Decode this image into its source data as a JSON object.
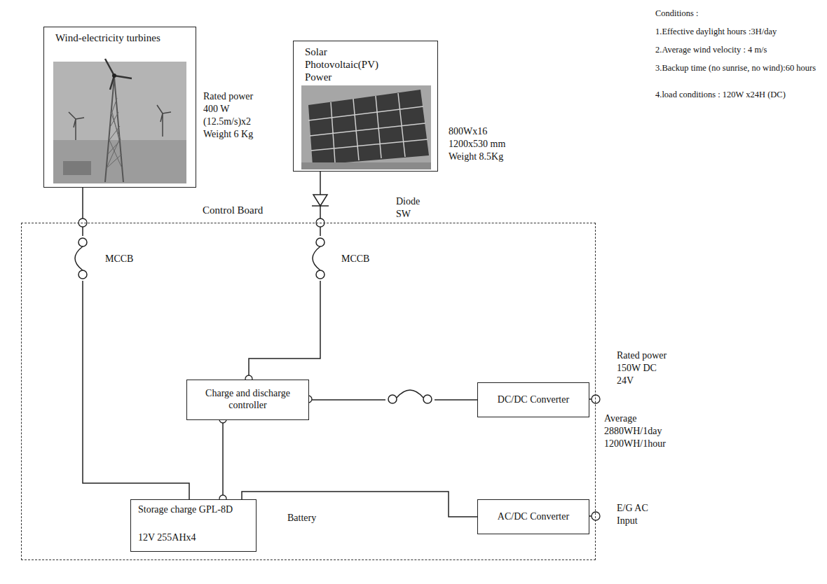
{
  "diagram": {
    "nodes": [
      {
        "text": [
          "Wind-electricity turbines"
        ]
      },
      {
        "text": [
          "Solar Photovoltaic(PV) Power"
        ]
      },
      {
        "text": [
          "Control Board"
        ]
      },
      {
        "text": [
          "Charge and discharge controller"
        ],
        "in": 2
      },
      {
        "text": [
          "DC/DC Converter"
        ],
        "in": 2
      },
      {
        "text": [
          "Storage charge GPL-8D",
          "12V 255AHx4"
        ],
        "in": 2
      },
      {
        "text": [
          "AC/DC Converter"
        ],
        "in": 2
      }
    ],
    "edges": [
      {
        "from": 0,
        "to": 5,
        "arrow": "none"
      },
      {
        "from": 1,
        "to": 3,
        "arrow": "none"
      },
      {
        "from": 3,
        "to": 4,
        "arrow": "none"
      },
      {
        "from": 3,
        "to": 5,
        "arrow": "none"
      },
      {
        "from": 5,
        "to": 6,
        "arrow": "none"
      }
    ],
    "labels": [
      "Conditions :",
      "1.Effective daylight hours :3H/day",
      "2.Average wind velocity : 4 m/s",
      "3.Backup time (no sunrise, no wind):60 hours",
      "4.load conditions : 120W x24H (DC)",
      "Rated power",
      "400 W",
      "(12.5m/s)x2",
      "Weight 6 Kg",
      "800Wx16",
      "1200x530 mm",
      "Weight 8.5Kg",
      "Diode",
      "SW",
      "MCCB",
      "MCCB",
      "Battery",
      "Rated power",
      "150W DC",
      "24V",
      "Average",
      "2880WH/1day",
      "1200WH/1hour",
      "E/G AC",
      "Input"
    ]
  }
}
